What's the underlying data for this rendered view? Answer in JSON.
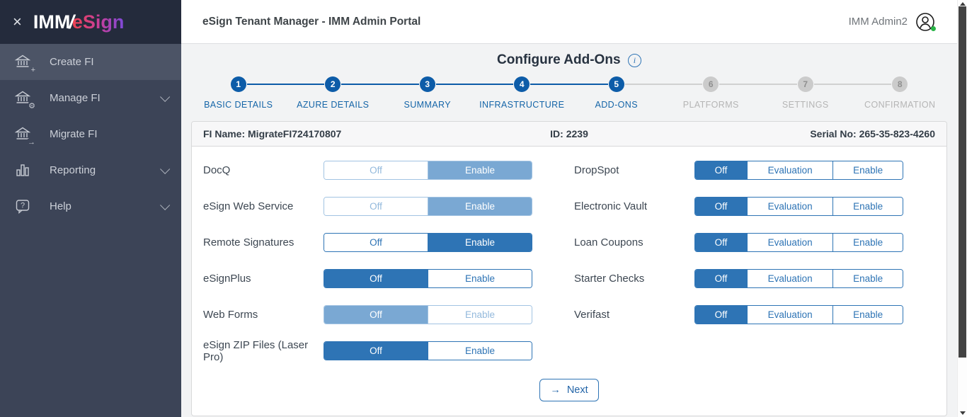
{
  "colors": {
    "accent_blue": "#2e74b5",
    "muted_blue": "#7aa8d3",
    "stepper_blue": "#0d5ca8",
    "stepper_gray": "#cbcbcb",
    "sidebar_bg": "#3c4457",
    "sidebar_top_bg": "#242b3c",
    "active_item_bg": "#4c5466",
    "status_green": "#28b446"
  },
  "sidebar": {
    "close_icon": "×",
    "logo": {
      "imm": "IMM",
      "slash": "/",
      "esign": "eSign"
    },
    "items": [
      {
        "label": "Create FI",
        "icon": "bank-plus-icon",
        "active": true,
        "expandable": false
      },
      {
        "label": "Manage FI",
        "icon": "bank-gear-icon",
        "active": false,
        "expandable": true
      },
      {
        "label": "Migrate FI",
        "icon": "bank-arrow-icon",
        "active": false,
        "expandable": false
      },
      {
        "label": "Reporting",
        "icon": "bar-chart-icon",
        "active": false,
        "expandable": true
      },
      {
        "label": "Help",
        "icon": "help-bubble-icon",
        "active": false,
        "expandable": true
      }
    ]
  },
  "header": {
    "title": "eSign Tenant Manager - IMM Admin Portal",
    "username": "IMM Admin2"
  },
  "page": {
    "title": "Configure Add-Ons",
    "info_icon": "i"
  },
  "stepper": [
    {
      "num": "1",
      "label": "BASIC DETAILS",
      "state": "active"
    },
    {
      "num": "2",
      "label": "AZURE DETAILS",
      "state": "active"
    },
    {
      "num": "3",
      "label": "SUMMARY",
      "state": "active"
    },
    {
      "num": "4",
      "label": "INFRASTRUCTURE",
      "state": "active"
    },
    {
      "num": "5",
      "label": "ADD-ONS",
      "state": "active"
    },
    {
      "num": "6",
      "label": "PLATFORMS",
      "state": "pending"
    },
    {
      "num": "7",
      "label": "SETTINGS",
      "state": "pending"
    },
    {
      "num": "8",
      "label": "CONFIRMATION",
      "state": "pending"
    }
  ],
  "fi_info": {
    "name": "FI Name: MigrateFI724170807",
    "id": "ID: 2239",
    "serial": "Serial No: 265-35-823-4260"
  },
  "addons": {
    "left_column": [
      {
        "label": "DocQ",
        "options": [
          "Off",
          "Enable"
        ],
        "selected": "Enable",
        "disabled": true
      },
      {
        "label": "eSign Web Service",
        "options": [
          "Off",
          "Enable"
        ],
        "selected": "Enable",
        "disabled": true
      },
      {
        "label": "Remote Signatures",
        "options": [
          "Off",
          "Enable"
        ],
        "selected": "Enable",
        "disabled": false
      },
      {
        "label": "eSignPlus",
        "options": [
          "Off",
          "Enable"
        ],
        "selected": "Off",
        "disabled": false
      },
      {
        "label": "Web Forms",
        "options": [
          "Off",
          "Enable"
        ],
        "selected": "Off",
        "disabled": true
      },
      {
        "label": "eSign ZIP Files (Laser Pro)",
        "options": [
          "Off",
          "Enable"
        ],
        "selected": "Off",
        "disabled": false
      }
    ],
    "right_column": [
      {
        "label": "DropSpot",
        "options": [
          "Off",
          "Evaluation",
          "Enable"
        ],
        "selected": "Off",
        "disabled": false
      },
      {
        "label": "Electronic Vault",
        "options": [
          "Off",
          "Evaluation",
          "Enable"
        ],
        "selected": "Off",
        "disabled": false
      },
      {
        "label": "Loan Coupons",
        "options": [
          "Off",
          "Evaluation",
          "Enable"
        ],
        "selected": "Off",
        "disabled": false
      },
      {
        "label": "Starter Checks",
        "options": [
          "Off",
          "Evaluation",
          "Enable"
        ],
        "selected": "Off",
        "disabled": false
      },
      {
        "label": "Verifast",
        "options": [
          "Off",
          "Evaluation",
          "Enable"
        ],
        "selected": "Off",
        "disabled": false
      }
    ]
  },
  "footer": {
    "next_label": "Next",
    "next_arrow": "→"
  }
}
